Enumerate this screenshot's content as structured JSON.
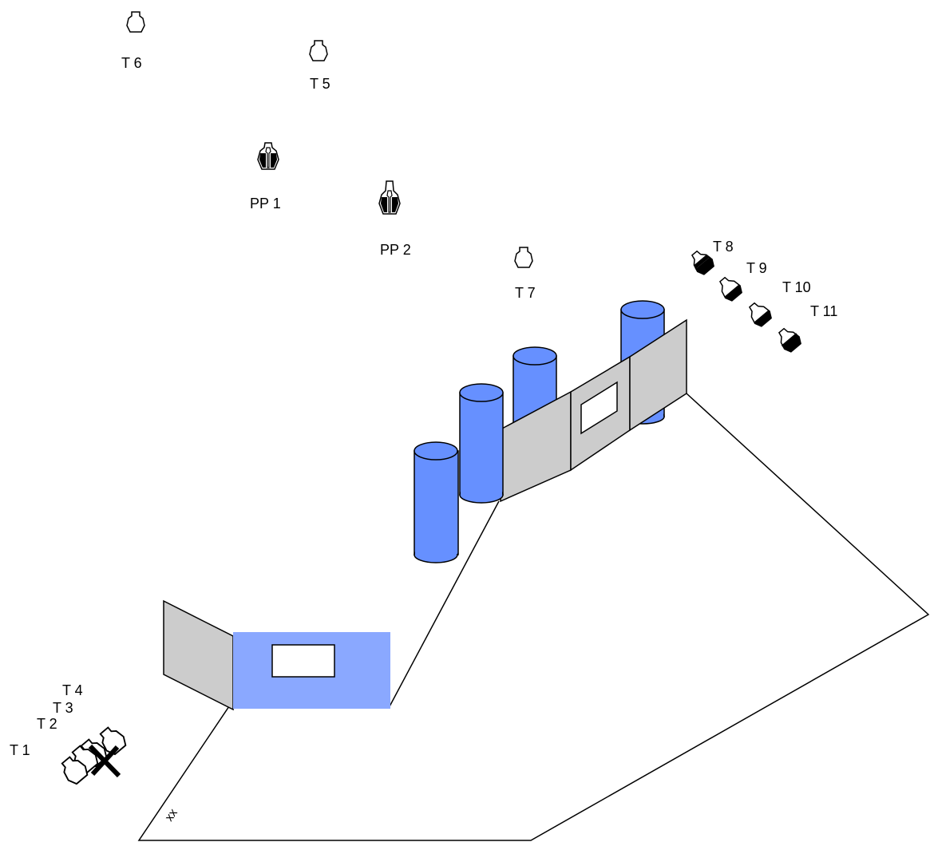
{
  "colors": {
    "wall_gray": "#cccccc",
    "barrel_blue": "#6690ff",
    "port_blue": "#8aa8ff",
    "target_fill": "#ffffff",
    "steel_fill": "#000000",
    "outline": "#000000"
  },
  "targets": {
    "t1": "T 1",
    "t2": "T 2",
    "t3": "T 3",
    "t4": "T 4",
    "t5": "T 5",
    "t6": "T 6",
    "t7": "T 7",
    "t8": "T 8",
    "t9": "T 9",
    "t10": "T 10",
    "t11": "T 11",
    "pp1": "PP 1",
    "pp2": "PP 2"
  },
  "start_marker": "xx",
  "icons": {
    "paper_target": "paper-target-icon",
    "steel_target": "steel-popper-icon",
    "no_shoot": "no-shoot-target-icon",
    "barrel": "barrel-icon",
    "wall": "wall-panel-icon"
  }
}
